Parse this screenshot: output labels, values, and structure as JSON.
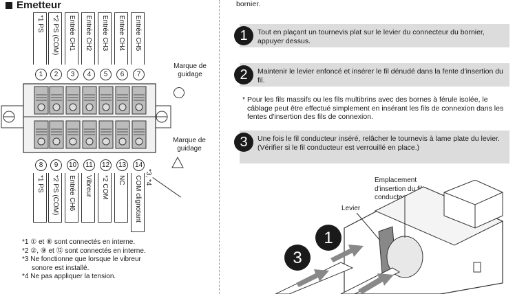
{
  "left": {
    "title": "Emetteur",
    "top_labels": [
      "*1 PS",
      "*2 PS (COM)",
      "Entrée CH1",
      "Entrée CH2",
      "Entrée CH3",
      "Entrée CH4",
      "Entrée CH5"
    ],
    "top_numbers": [
      "1",
      "2",
      "3",
      "4",
      "5",
      "6",
      "7"
    ],
    "bottom_numbers": [
      "8",
      "9",
      "10",
      "11",
      "12",
      "13",
      "14"
    ],
    "bottom_labels": [
      "*1 PS",
      "*2 PS (COM)",
      "Entrée CH6",
      "Vibreur",
      "*2 COM",
      "NC",
      "COM clignotant"
    ],
    "label_14_extra": "*3, *4",
    "marque_top": "Marque de guidage",
    "marque_bottom": "Marque de guidage",
    "notes": [
      "*1 ① et ⑧ sont connectés en interne.",
      "*2 ②, ⑨ et ⑫ sont connectés en interne.",
      "*3 Ne fonctionne que lorsque le vibreur",
      "sonore est installé.",
      "*4 Ne pas appliquer la tension."
    ]
  },
  "right": {
    "intro": "bornier.",
    "steps": [
      {
        "number": "1",
        "text": "Tout en plaçant un tournevis plat sur le levier du connecteur du bornier, appuyer dessus."
      },
      {
        "number": "2",
        "text": "Maintenir le levier enfoncé et insérer le fil dénudé dans la fente d'insertion du fil."
      },
      {
        "number": "3",
        "text": "Une fois le fil conducteur inséré, relâcher le tournevis à lame plate du levier.\n(Vérifier si le fil conducteur est verrouillé en place.)"
      }
    ],
    "footnote": "* Pour les fils massifs ou les fils multibrins avec des bornes à férule isolée, le câblage peut être effectué simplement en insérant les fils de connexion dans les fentes d'insertion des fils de connexion.",
    "illustration": {
      "label_levier": "Levier",
      "label_emplacement": "Emplacement d'insertion du fil conducteur",
      "badge_1": "1",
      "badge_3": "3"
    }
  }
}
